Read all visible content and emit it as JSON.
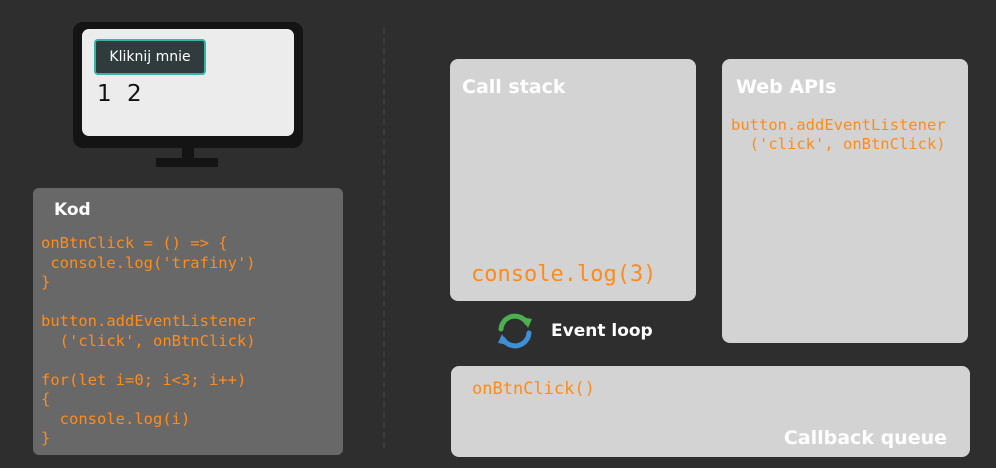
{
  "browser": {
    "button_label": "Kliknij mnie",
    "output": "1 2"
  },
  "code_panel": {
    "title": "Kod",
    "code": "onBtnClick = () => {\n console.log('trafiny')\n}\n\nbutton.addEventListener\n  ('click', onBtnClick)\n\nfor(let i=0; i<3; i++)\n{\n  console.log(i)\n}"
  },
  "call_stack": {
    "title": "Call stack",
    "items": [
      "console.log(3)"
    ]
  },
  "web_apis": {
    "title": "Web APIs",
    "items": [
      "button.addEventListener\n  ('click', onBtnClick)"
    ]
  },
  "event_loop": {
    "label": "Event loop",
    "icon": "refresh-cycle-icon",
    "colors": {
      "green": "#4caf50",
      "blue": "#3d8fd6"
    }
  },
  "callback_queue": {
    "title": "Callback queue",
    "items": [
      "onBtnClick()"
    ]
  },
  "colors": {
    "background": "#2e2e2e",
    "panel": "#686868",
    "box": "#d3d3d3",
    "code": "#ff8c1a",
    "button_border": "#33b5a7"
  }
}
